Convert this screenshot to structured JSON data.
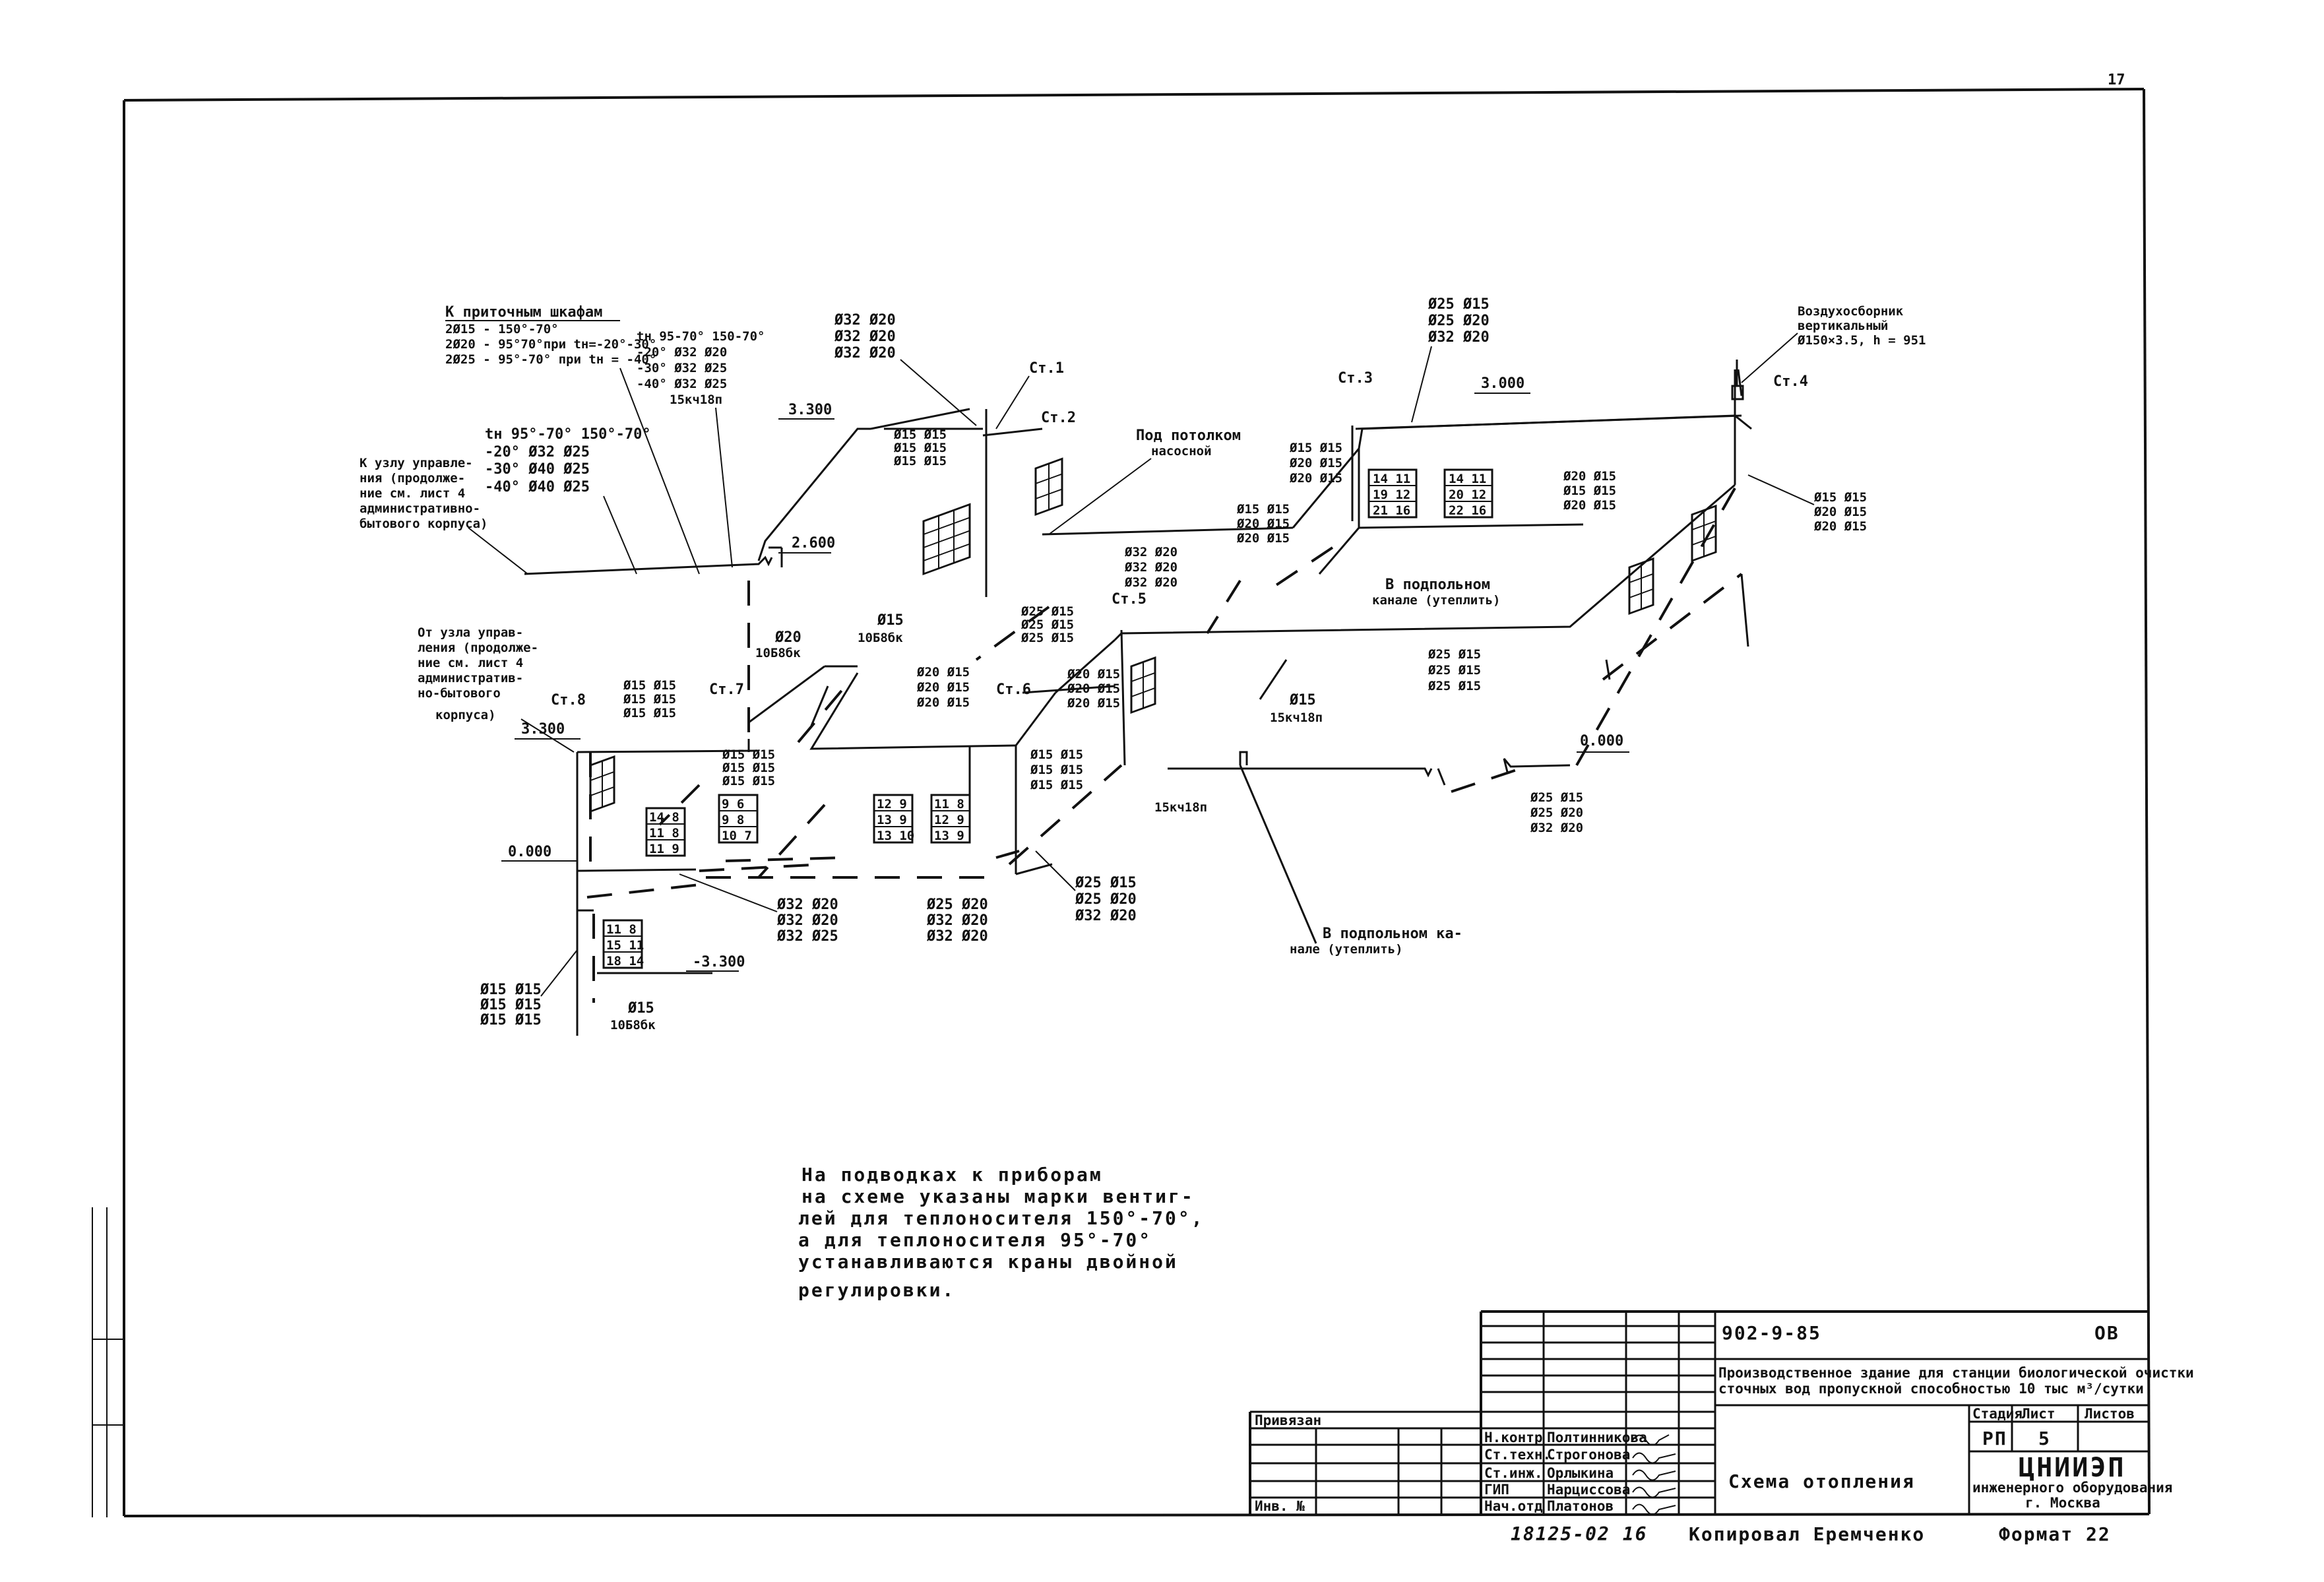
{
  "page_number": "17",
  "sheet_labels": {
    "k_pritochnym": [
      "К приточным шкафам",
      "2Ø15 - 150°-70°",
      "2Ø20 - 95°70°при tн=-20°-30°",
      "2Ø25 - 95°-70° при tн = -40°"
    ],
    "table_left": [
      "tн   95°-70°  150°-70°",
      "-20°  Ø32   Ø25",
      "-30°  Ø40   Ø25",
      "-40°  Ø40   Ø25"
    ],
    "table_mid": [
      "tн  95-70°  150-70°",
      "-20°  Ø32   Ø20",
      "-30°  Ø32   Ø25",
      "-40°  Ø32   Ø25",
      "15кч18п"
    ],
    "k_uzlu": [
      "К узлу управле-",
      "ния (продолже-",
      "ние см. лист 4",
      "административно-",
      "бытового корпуса)"
    ],
    "ot_uzla": [
      "От узла управ-",
      "ления (продолже-",
      "ние см. лист 4",
      "административ-",
      "но-бытового",
      "корпуса)"
    ],
    "top_group1": [
      "Ø32  Ø20",
      "Ø32  Ø20",
      "Ø32  Ø20"
    ],
    "top_group2": [
      "Ø25 Ø15",
      "Ø25 Ø20",
      "Ø32 Ø20"
    ],
    "vozdukh": [
      "Воздухосборник",
      "вертикальный",
      "Ø150×3.5, h = 951"
    ],
    "pod_potolkom": [
      "Под потолком",
      "насосной"
    ],
    "v_kanale1": [
      "В подпольном",
      "канале (утеплить)"
    ],
    "v_kanale2": [
      "В подпольном ка-",
      "нале (утеплить)"
    ],
    "st": [
      "Ст.1",
      "Ст.2",
      "Ст.3",
      "Ст.4",
      "Ст.5",
      "Ст.6",
      "Ст.7",
      "Ст.8"
    ],
    "levels": [
      "3.300",
      "3.000",
      "2.600",
      "0.000",
      "-3.300",
      "3.300",
      "0.000"
    ],
    "misc": [
      "Ø15 Ø15",
      "Ø15 Ø15",
      "Ø15 Ø15",
      "Ø15 Ø15",
      "Ø20 Ø15",
      "Ø20 Ø15",
      "Ø15 Ø15",
      "Ø20 Ø15",
      "Ø20 Ø15",
      "Ø20 Ø15",
      "Ø15 Ø15",
      "Ø20 Ø15",
      "Ø15 Ø15",
      "Ø20 Ø15",
      "Ø20 Ø15",
      "Ø32 Ø20",
      "Ø32 Ø20",
      "Ø32 Ø20",
      "Ø15",
      "10Б8бк",
      "Ø25 Ø15",
      "Ø25 Ø15",
      "Ø25 Ø15",
      "Ø25 Ø15",
      "Ø25 Ø15",
      "Ø25 Ø15",
      "Ø20",
      "10Б8бк",
      "Ø20 Ø15",
      "Ø20 Ø15",
      "Ø20 Ø15",
      "Ø20 Ø15",
      "Ø20 Ø15",
      "Ø20 Ø15",
      "Ø15 Ø15",
      "Ø15 Ø15",
      "Ø15 Ø15",
      "Ø15 Ø15",
      "Ø15 Ø15",
      "Ø15 Ø15",
      "Ø15 Ø15",
      "Ø15 Ø15",
      "Ø15 Ø15",
      "Ø15",
      "15кч18п",
      "15кч18п",
      "Ø25 Ø15",
      "Ø25 Ø20",
      "Ø32 Ø20",
      "Ø32 Ø20",
      "Ø32 Ø20",
      "Ø32 Ø25",
      "Ø25 Ø20",
      "Ø32 Ø20",
      "Ø32 Ø20",
      "Ø25 Ø15",
      "Ø25 Ø20",
      "Ø32 Ø20",
      "Ø15 Ø15",
      "Ø15 Ø15",
      "Ø15 Ø15",
      "Ø15",
      "10Б8бк"
    ],
    "radiators": [
      [
        "14 11",
        "19 12",
        "21 16"
      ],
      [
        "14 11",
        "20 12",
        "22 16"
      ],
      [
        "14 8",
        "11 8",
        "11 9"
      ],
      [
        "9 6",
        "9 8",
        "10 7"
      ],
      [
        "12 9",
        "13 9",
        "13 10"
      ],
      [
        "11 8",
        "12 9",
        "13 9"
      ],
      [
        "11 8",
        "15 11",
        "18 14"
      ]
    ]
  },
  "note": [
    "На подводках к приборам",
    "на схеме  указаны марки вентиг-",
    "лей для теплоносителя 150°-70°,",
    "а для теплоносителя 95°-70°",
    "устанавливаются краны двойной",
    "регулировки."
  ],
  "title_block": {
    "doc_code": "902-9-85",
    "mark": "ОВ",
    "project_name": [
      "Производственное здание для станции биологической очистки",
      "сточных вод пропускной способностью  10 тыс м³/сутки"
    ],
    "stage_header": [
      "Стадия",
      "Лист",
      "Листов"
    ],
    "stage": "РП",
    "sheet": "5",
    "sheets": "",
    "sheet_title": "Схема  отопления",
    "org": [
      "ЦНИИЭП",
      "инженерного оборудования",
      "г. Москва"
    ],
    "privyazan": "Привязан",
    "inv": "Инв. №",
    "roles": [
      "Н.контр",
      "Ст.техн.",
      "Ст.инж.",
      "ГИП",
      "Нач.отд"
    ],
    "names": [
      "Полтинникова",
      "Строгонова",
      "Орлыкина",
      "Нарциссова",
      "Платонов"
    ],
    "signatures": [
      "Sig",
      "Sig",
      "Sig",
      "Sig",
      "Sig"
    ],
    "footer_num": "18125-02    16",
    "footer_copy": "Копировал   Еремченко",
    "footer_format": "Формат 22"
  }
}
